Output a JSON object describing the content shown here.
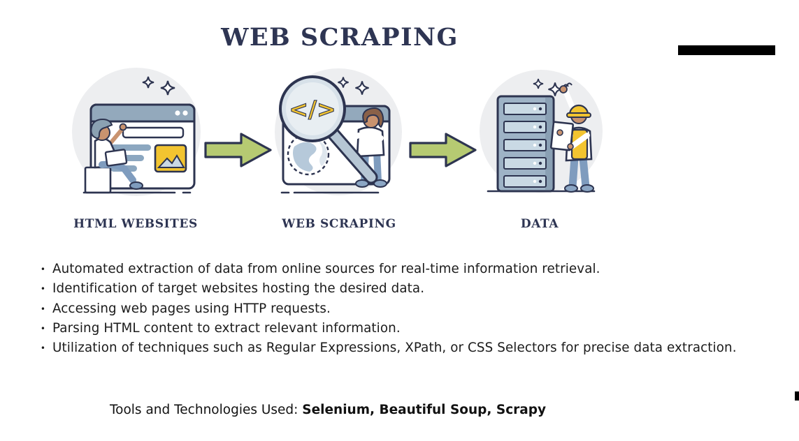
{
  "slide": {
    "title": "WEB SCRAPING"
  },
  "flow": {
    "code_symbol": "</>",
    "arrow_color": "#b6ca72",
    "steps": [
      {
        "label": "HTML WEBSITES",
        "illustration": "person-browsing-website"
      },
      {
        "label": "WEB SCRAPING",
        "illustration": "magnifier-code-search"
      },
      {
        "label": "DATA",
        "illustration": "worker-server-rack"
      }
    ]
  },
  "bullet_marker": "•",
  "bullets": [
    "Automated extraction of data from online sources for real-time information retrieval.",
    "Identification of target websites hosting the desired data.",
    "Accessing web pages using HTTP requests.",
    "Parsing HTML content to extract relevant information.",
    "Utilization of techniques such as Regular Expressions, XPath, or CSS Selectors for precise data extraction."
  ],
  "footer": {
    "prefix": "Tools and Technologies Used: ",
    "tools": "Selenium, Beautiful Soup, Scrapy"
  },
  "colors": {
    "title_navy": "#2e3553",
    "outline_navy": "#2d3450",
    "accent_yellow": "#f2c430",
    "arrow_green": "#b6ca72",
    "blue_gray": "#93a9bc",
    "circle_gray": "#edeef0",
    "decor_black": "#000000",
    "body_text": "#1b1b1b"
  }
}
